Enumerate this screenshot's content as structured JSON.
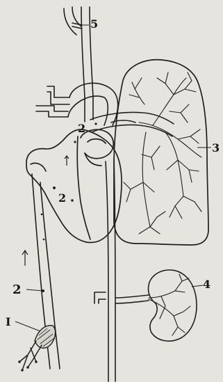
{
  "labels": {
    "label_5": "5",
    "label_3": "3",
    "label_4": "4",
    "label_2_heart_upper": "2",
    "label_2_heart_lower": "2",
    "label_2_vessel": "2",
    "label_1": "I"
  },
  "colors": {
    "paper": "#e6e4df",
    "ink": "#1f1f1f"
  }
}
